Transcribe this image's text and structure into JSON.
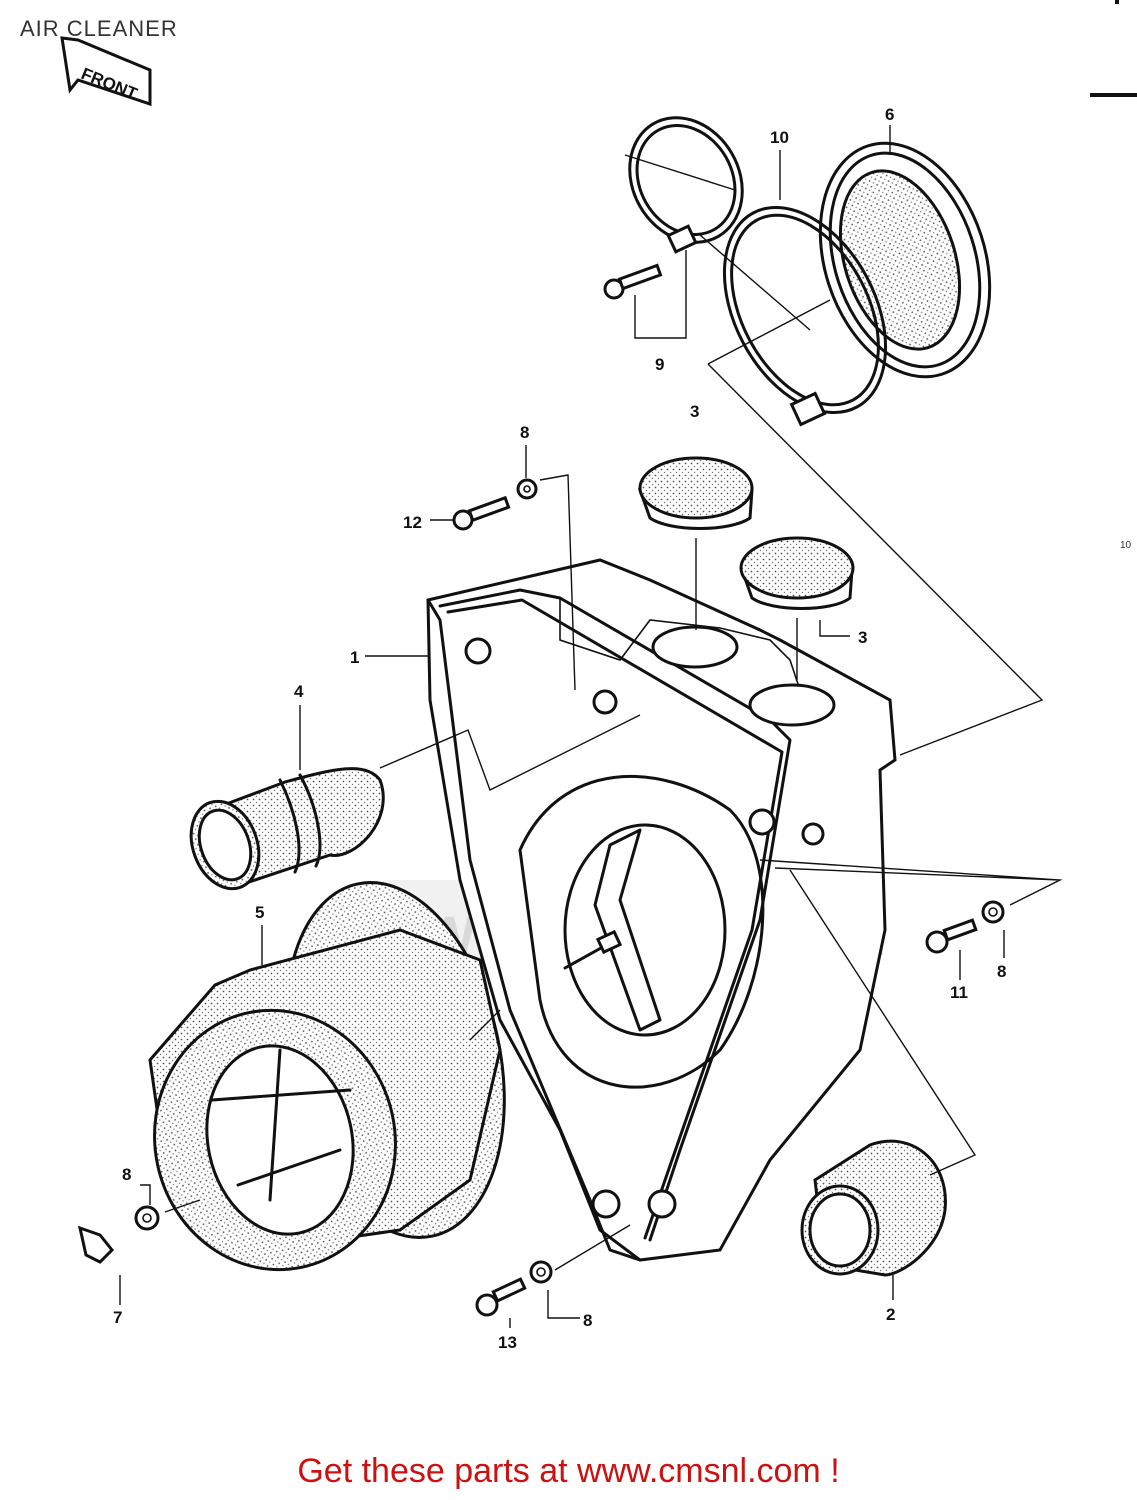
{
  "title": "AIR CLEANER",
  "front_arrow": "FRONT",
  "footer": "Get these parts at www.cmsnl.com !",
  "watermark": "WWW.CMSNL.COM",
  "page_ref": "10",
  "labels": [
    "1",
    "2",
    "3",
    "3",
    "4",
    "5",
    "6",
    "7",
    "8",
    "8",
    "8",
    "8",
    "9",
    "10",
    "11",
    "12",
    "13"
  ]
}
